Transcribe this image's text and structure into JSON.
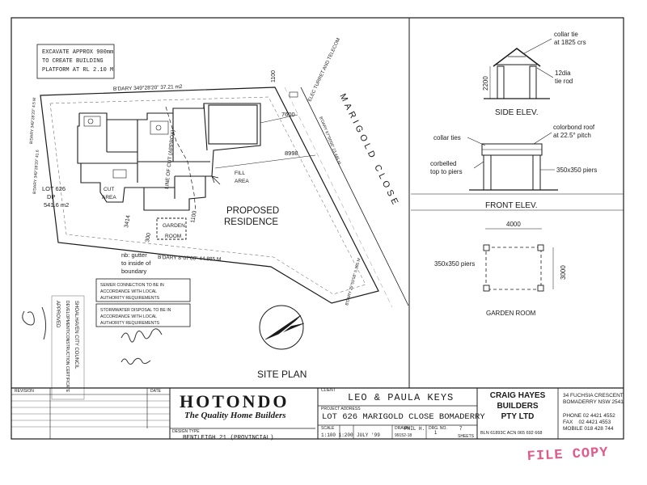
{
  "site_plan": {
    "excavate_note": [
      "EXCAVATE APPROX 900mm",
      "TO CREATE BUILDING",
      "PLATFORM AT RL 2.10 M"
    ],
    "bdary_top": "B'DARY 349°28'20\" 37.21 m2",
    "bdary_bottom": "B'DARY 8°07'00\" 44.885 M",
    "bdary_left": "B'DARY 349°28'20\" 41.6",
    "bdary_right": "B'DARY 67°00'00\" 23.445 M",
    "bdary_left2": "B'DARY 349°28'20\" 4.5 M",
    "bdary_right2": "B'DARY 25°55'58\" 5.395 M",
    "elec_turret": "ELEC TURRET AND TELECOM",
    "road_name": "MARIGOLD CLOSE",
    "dim_1100_top": "1100",
    "dim_7600": "7600",
    "dim_8998": "8998",
    "dim_3414": "3414",
    "dim_300": "300",
    "dim_1100_bottom": "1100",
    "line_of_cut": "LINE OF CUT (APPROX)",
    "cut_area": [
      "CUT",
      "AREA"
    ],
    "fill_area": [
      "FILL",
      "AREA"
    ],
    "lot_label": [
      "LOT 626",
      "DP",
      "541.6 m2"
    ],
    "proposed": [
      "PROPOSED",
      "RESIDENCE"
    ],
    "garden_room": [
      "GARDEN",
      "ROOM"
    ],
    "gutter_note": [
      "nb: gutter",
      "to inside of",
      "boundary"
    ],
    "sewer_note": [
      "SEWER CONNECTION TO BE IN",
      "ACCORDANCE WITH LOCAL",
      "AUTHORITY REQUIREMENTS"
    ],
    "storm_note": [
      "STORMWATER DISPOSAL TO BE IN",
      "ACCORDANCE WITH LOCAL",
      "AUTHORITY REQUIREMENTS"
    ],
    "title": "SITE PLAN",
    "council_stamp": [
      "SHOALHAVEN CITY COUNCIL",
      "DEVELOPMENT/CONSTRUCTION CERTIFICATE",
      "APPROVED"
    ]
  },
  "side_elev": {
    "collar_tie": [
      "collar tie",
      "at 1825 crs"
    ],
    "tie_rod": [
      "12dia",
      "tie rod"
    ],
    "dim_2200": "2200",
    "title": "SIDE ELEV."
  },
  "front_elev": {
    "collar_ties": "collar ties",
    "colorbond": [
      "colorbond roof",
      "at 22.5° pitch"
    ],
    "corbelled": [
      "corbelled",
      "top to piers"
    ],
    "piers": "350x350 piers",
    "title": "FRONT ELEV."
  },
  "garden_room": {
    "dim_4000": "4000",
    "dim_3000": "3000",
    "piers": "350x350 piers",
    "title": "GARDEN ROOM"
  },
  "title_block": {
    "revision_label": "REVISION",
    "date_label": "DATE",
    "brand": "HOTONDO",
    "tagline": "The Quality Home Builders",
    "client_label": "CLIENT",
    "client": "LEO & PAULA KEYS",
    "project_label": "PROJECT ADDRESS",
    "project": "LOT 626 MARIGOLD CLOSE BOMADERRY",
    "design_label": "DESIGN TYPE",
    "design": "BENTLEIGH 21 (PROVINCIAL)",
    "scale_label": "SCALE",
    "scale": "1:100  1:200",
    "date_val": "JULY '99",
    "drawn_label": "DRAWN",
    "drawn": "PHIL H.",
    "job": "99152-18",
    "drg_label": "DRG. NO.",
    "drg_no": "1",
    "sheets_total": "7",
    "sheets_label": "SHEETS",
    "company": [
      "CRAIG HAYES",
      "BUILDERS",
      "PTY LTD"
    ],
    "bln": "BLN 61893C  ACN 065 692 668",
    "address": [
      "34 FUCHSIA CRESCENT",
      "BOMADERRY NSW 2541"
    ],
    "phone": "PHONE 02 4421 4552",
    "fax": "FAX    02 4421 4553",
    "mobile": "MOBILE 018 428 744"
  },
  "stamp": "FILE COPY"
}
